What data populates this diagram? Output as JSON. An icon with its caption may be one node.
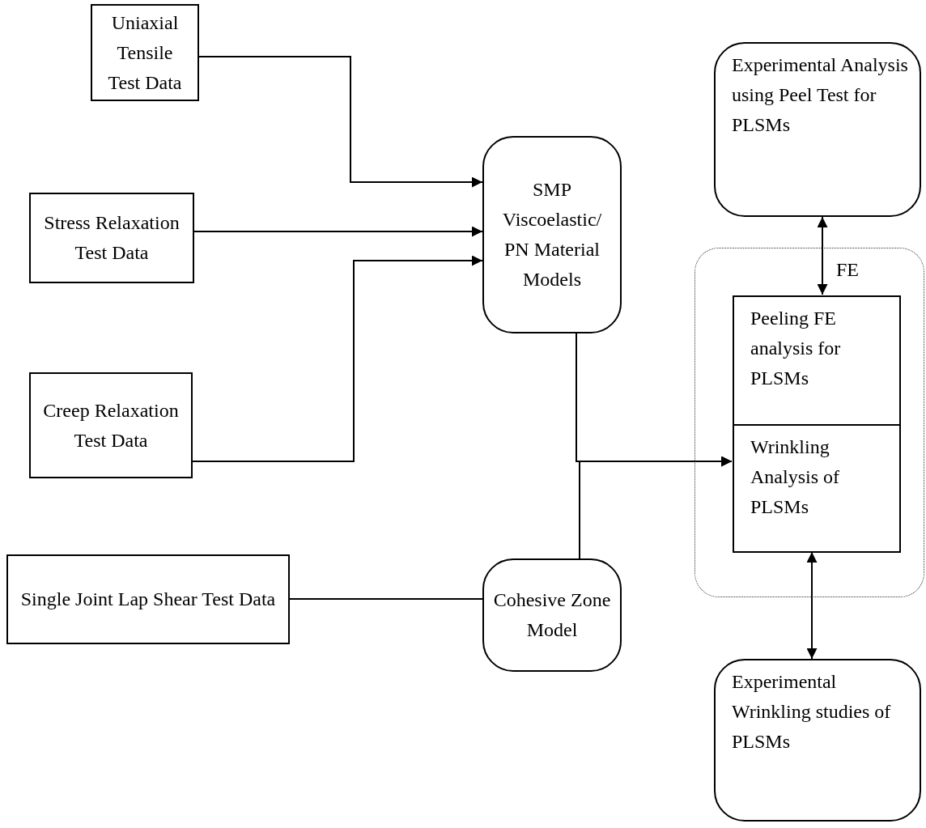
{
  "diagram": {
    "nodes": [
      {
        "text": [
          "Uniaxial Tensile Test Data"
        ]
      },
      {
        "text": [
          "Stress Relaxation Test Data"
        ]
      },
      {
        "text": [
          "Creep Relaxation Test Data"
        ]
      },
      {
        "text": [
          "Single Joint Lap Shear Test Data"
        ]
      },
      {
        "text": [
          "SMP Viscoelastic/ PN Material Models"
        ]
      },
      {
        "text": [
          "Cohesive Zone Model"
        ]
      },
      {
        "text": [
          "Experimental Analysis using Peel Test for PLSMs"
        ]
      },
      {
        "text": [
          "FE"
        ]
      },
      {
        "text": [
          "Peeling FE analysis for PLSMs"
        ],
        "in": 7
      },
      {
        "text": [
          "Wrinkling Analysis of PLSMs"
        ],
        "in": 7
      },
      {
        "text": [
          "Experimental Wrinkling studies of PLSMs"
        ]
      }
    ],
    "edges": [
      {
        "from": 0,
        "to": 4,
        "arrow": "to"
      },
      {
        "from": 1,
        "to": 4,
        "arrow": "to"
      },
      {
        "from": 2,
        "to": 4,
        "arrow": "to"
      },
      {
        "from": 3,
        "to": 5,
        "arrow": "none"
      },
      {
        "from": 4,
        "to": 9,
        "arrow": "to"
      },
      {
        "from": 5,
        "to": 9,
        "arrow": "to"
      },
      {
        "from": 6,
        "to": 8,
        "arrow": "both"
      },
      {
        "from": 9,
        "to": 10,
        "arrow": "both"
      }
    ]
  }
}
